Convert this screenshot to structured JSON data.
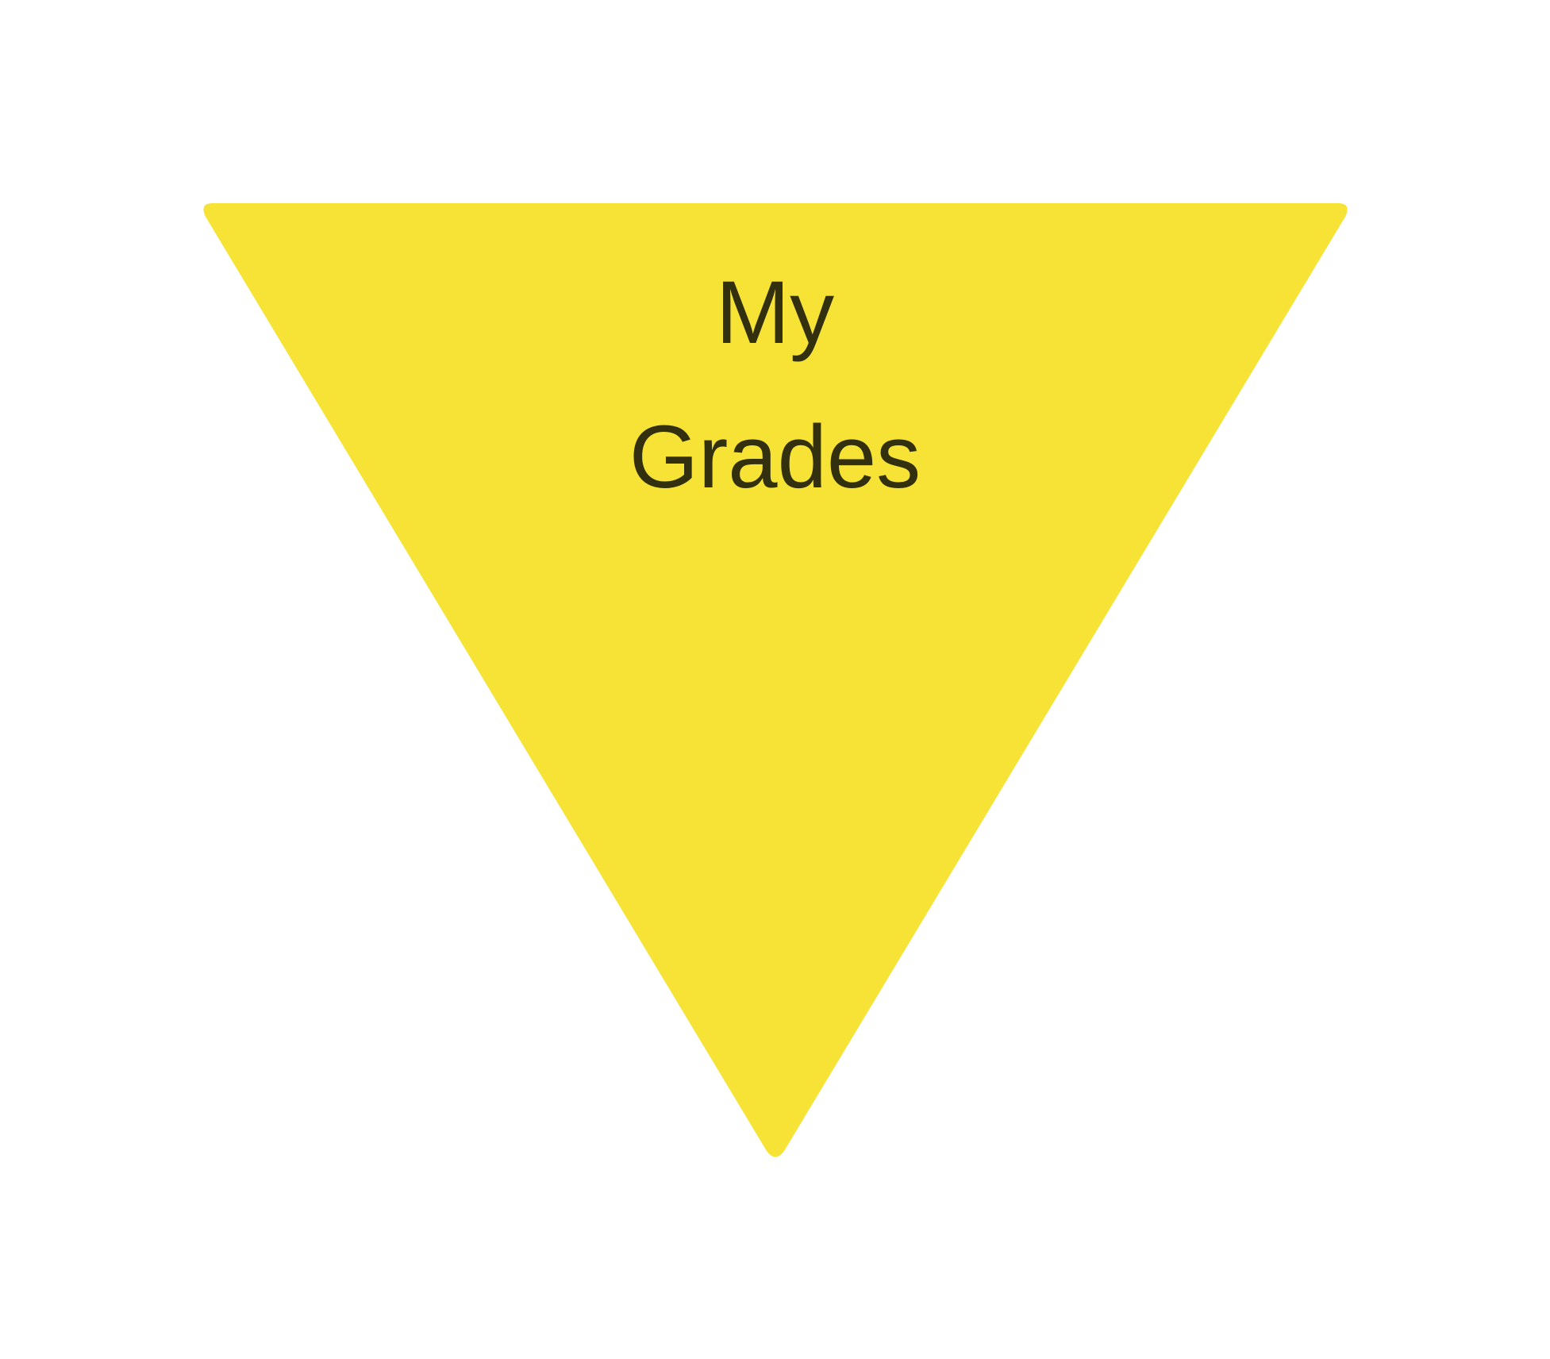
{
  "diagram": {
    "shape": {
      "kind": "inverted-triangle",
      "fill": "#f6e336",
      "label_lines": [
        "My",
        "Grades"
      ],
      "text_color": "#33300f"
    }
  }
}
